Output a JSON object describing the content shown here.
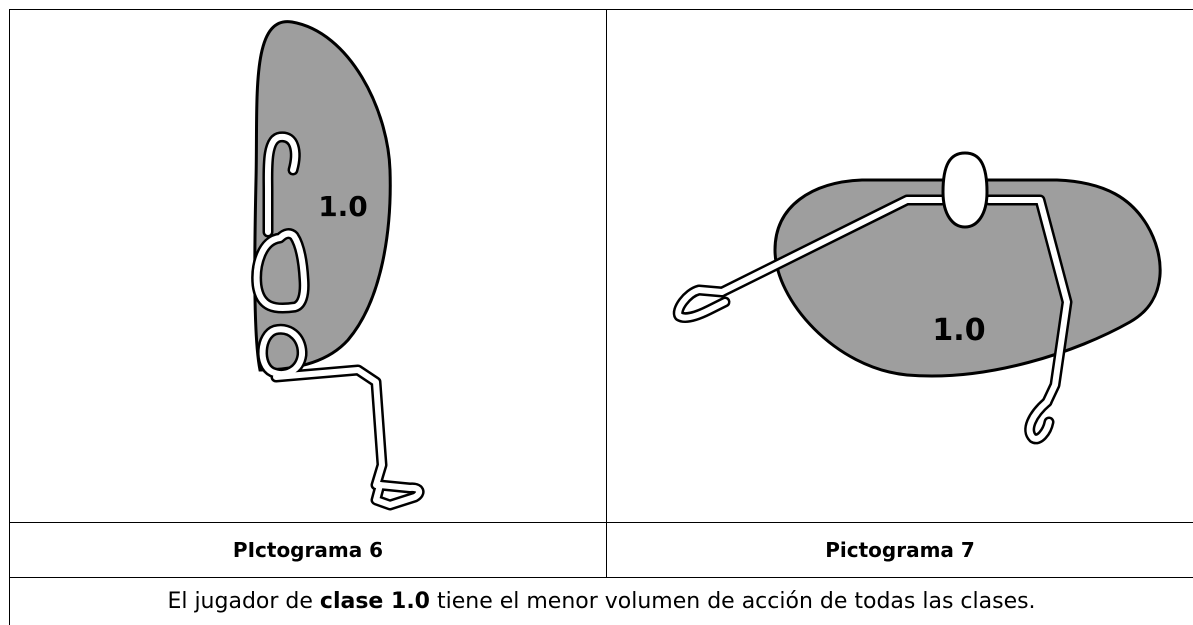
{
  "pictograms": [
    {
      "label": "1.0",
      "caption": "PIctograma 6"
    },
    {
      "label": "1.0",
      "caption": "Pictograma 7"
    }
  ],
  "footer": {
    "before": "El jugador de ",
    "bold": "clase 1.0",
    "after": " tiene el menor volumen de acción de todas las clases."
  },
  "colors": {
    "area_fill": "#9e9e9e",
    "outline": "#000000",
    "body": "#ffffff"
  }
}
